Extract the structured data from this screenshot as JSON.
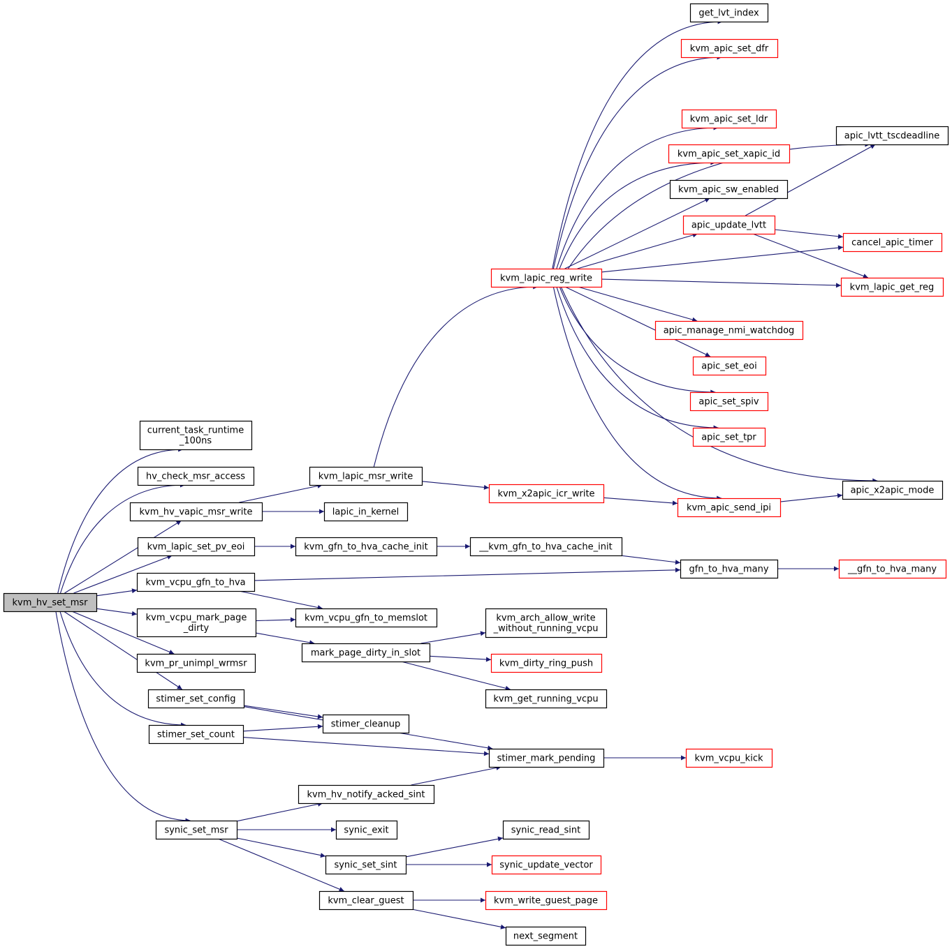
{
  "colors": {
    "edge": "#191970",
    "root_fill": "#bfbfbf",
    "border_default": "#000000",
    "border_truncated": "#ff0000",
    "background": "#ffffff"
  },
  "nodes": [
    {
      "id": "kvm_hv_set_msr",
      "lines": [
        "kvm_hv_set_msr"
      ],
      "style": "root"
    },
    {
      "id": "current_task_runtime_100ns",
      "lines": [
        "current_task_runtime",
        "_100ns"
      ],
      "style": "normal"
    },
    {
      "id": "hv_check_msr_access",
      "lines": [
        "hv_check_msr_access"
      ],
      "style": "normal"
    },
    {
      "id": "kvm_hv_vapic_msr_write",
      "lines": [
        "kvm_hv_vapic_msr_write"
      ],
      "style": "normal"
    },
    {
      "id": "kvm_lapic_set_pv_eoi",
      "lines": [
        "kvm_lapic_set_pv_eoi"
      ],
      "style": "normal"
    },
    {
      "id": "kvm_vcpu_gfn_to_hva",
      "lines": [
        "kvm_vcpu_gfn_to_hva"
      ],
      "style": "normal"
    },
    {
      "id": "kvm_vcpu_mark_page_dirty",
      "lines": [
        "kvm_vcpu_mark_page",
        "_dirty"
      ],
      "style": "normal"
    },
    {
      "id": "kvm_pr_unimpl_wrmsr",
      "lines": [
        "kvm_pr_unimpl_wrmsr"
      ],
      "style": "normal"
    },
    {
      "id": "stimer_set_config",
      "lines": [
        "stimer_set_config"
      ],
      "style": "normal"
    },
    {
      "id": "stimer_set_count",
      "lines": [
        "stimer_set_count"
      ],
      "style": "normal"
    },
    {
      "id": "synic_set_msr",
      "lines": [
        "synic_set_msr"
      ],
      "style": "normal"
    },
    {
      "id": "kvm_lapic_msr_write",
      "lines": [
        "kvm_lapic_msr_write"
      ],
      "style": "normal"
    },
    {
      "id": "lapic_in_kernel",
      "lines": [
        "lapic_in_kernel"
      ],
      "style": "normal"
    },
    {
      "id": "kvm_gfn_to_hva_cache_init",
      "lines": [
        "kvm_gfn_to_hva_cache_init"
      ],
      "style": "normal"
    },
    {
      "id": "kvm_vcpu_gfn_to_memslot",
      "lines": [
        "kvm_vcpu_gfn_to_memslot"
      ],
      "style": "normal"
    },
    {
      "id": "mark_page_dirty_in_slot",
      "lines": [
        "mark_page_dirty_in_slot"
      ],
      "style": "normal"
    },
    {
      "id": "stimer_cleanup",
      "lines": [
        "stimer_cleanup"
      ],
      "style": "normal"
    },
    {
      "id": "kvm_hv_notify_acked_sint",
      "lines": [
        "kvm_hv_notify_acked_sint"
      ],
      "style": "normal"
    },
    {
      "id": "synic_exit",
      "lines": [
        "synic_exit"
      ],
      "style": "normal"
    },
    {
      "id": "synic_set_sint",
      "lines": [
        "synic_set_sint"
      ],
      "style": "normal"
    },
    {
      "id": "kvm_clear_guest",
      "lines": [
        "kvm_clear_guest"
      ],
      "style": "normal"
    },
    {
      "id": "kvm_lapic_reg_write",
      "lines": [
        "kvm_lapic_reg_write"
      ],
      "style": "truncated"
    },
    {
      "id": "kvm_x2apic_icr_write",
      "lines": [
        "kvm_x2apic_icr_write"
      ],
      "style": "truncated"
    },
    {
      "id": "__kvm_gfn_to_hva_cache_init",
      "lines": [
        "__kvm_gfn_to_hva_cache_init"
      ],
      "style": "normal"
    },
    {
      "id": "kvm_arch_allow_write_without_running_vcpu",
      "lines": [
        "kvm_arch_allow_write",
        "_without_running_vcpu"
      ],
      "style": "normal"
    },
    {
      "id": "kvm_dirty_ring_push",
      "lines": [
        "kvm_dirty_ring_push"
      ],
      "style": "truncated"
    },
    {
      "id": "kvm_get_running_vcpu",
      "lines": [
        "kvm_get_running_vcpu"
      ],
      "style": "normal"
    },
    {
      "id": "stimer_mark_pending",
      "lines": [
        "stimer_mark_pending"
      ],
      "style": "normal"
    },
    {
      "id": "synic_read_sint",
      "lines": [
        "synic_read_sint"
      ],
      "style": "normal"
    },
    {
      "id": "synic_update_vector",
      "lines": [
        "synic_update_vector"
      ],
      "style": "truncated"
    },
    {
      "id": "kvm_write_guest_page",
      "lines": [
        "kvm_write_guest_page"
      ],
      "style": "truncated"
    },
    {
      "id": "next_segment",
      "lines": [
        "next_segment"
      ],
      "style": "normal"
    },
    {
      "id": "get_lvt_index",
      "lines": [
        "get_lvt_index"
      ],
      "style": "normal"
    },
    {
      "id": "kvm_apic_set_dfr",
      "lines": [
        "kvm_apic_set_dfr"
      ],
      "style": "truncated"
    },
    {
      "id": "kvm_apic_set_ldr",
      "lines": [
        "kvm_apic_set_ldr"
      ],
      "style": "truncated"
    },
    {
      "id": "kvm_apic_set_xapic_id",
      "lines": [
        "kvm_apic_set_xapic_id"
      ],
      "style": "truncated"
    },
    {
      "id": "kvm_apic_sw_enabled",
      "lines": [
        "kvm_apic_sw_enabled"
      ],
      "style": "normal"
    },
    {
      "id": "apic_update_lvtt",
      "lines": [
        "apic_update_lvtt"
      ],
      "style": "truncated"
    },
    {
      "id": "apic_manage_nmi_watchdog",
      "lines": [
        "apic_manage_nmi_watchdog"
      ],
      "style": "truncated"
    },
    {
      "id": "apic_set_eoi",
      "lines": [
        "apic_set_eoi"
      ],
      "style": "truncated"
    },
    {
      "id": "apic_set_spiv",
      "lines": [
        "apic_set_spiv"
      ],
      "style": "truncated"
    },
    {
      "id": "apic_set_tpr",
      "lines": [
        "apic_set_tpr"
      ],
      "style": "truncated"
    },
    {
      "id": "kvm_apic_send_ipi",
      "lines": [
        "kvm_apic_send_ipi"
      ],
      "style": "truncated"
    },
    {
      "id": "gfn_to_hva_many",
      "lines": [
        "gfn_to_hva_many"
      ],
      "style": "normal"
    },
    {
      "id": "kvm_vcpu_kick",
      "lines": [
        "kvm_vcpu_kick"
      ],
      "style": "truncated"
    },
    {
      "id": "apic_lvtt_tscdeadline",
      "lines": [
        "apic_lvtt_tscdeadline"
      ],
      "style": "normal"
    },
    {
      "id": "cancel_apic_timer",
      "lines": [
        "cancel_apic_timer"
      ],
      "style": "truncated"
    },
    {
      "id": "kvm_lapic_get_reg",
      "lines": [
        "kvm_lapic_get_reg"
      ],
      "style": "truncated"
    },
    {
      "id": "apic_x2apic_mode",
      "lines": [
        "apic_x2apic_mode"
      ],
      "style": "normal"
    },
    {
      "id": "__gfn_to_hva_many",
      "lines": [
        "__gfn_to_hva_many"
      ],
      "style": "truncated"
    }
  ],
  "edges": [
    {
      "from": "kvm_hv_set_msr",
      "to": "current_task_runtime_100ns"
    },
    {
      "from": "kvm_hv_set_msr",
      "to": "hv_check_msr_access"
    },
    {
      "from": "kvm_hv_set_msr",
      "to": "kvm_hv_vapic_msr_write"
    },
    {
      "from": "kvm_hv_set_msr",
      "to": "kvm_lapic_set_pv_eoi"
    },
    {
      "from": "kvm_hv_set_msr",
      "to": "kvm_vcpu_gfn_to_hva"
    },
    {
      "from": "kvm_hv_set_msr",
      "to": "kvm_vcpu_mark_page_dirty"
    },
    {
      "from": "kvm_hv_set_msr",
      "to": "kvm_pr_unimpl_wrmsr"
    },
    {
      "from": "kvm_hv_set_msr",
      "to": "stimer_set_config"
    },
    {
      "from": "kvm_hv_set_msr",
      "to": "stimer_set_count"
    },
    {
      "from": "kvm_hv_set_msr",
      "to": "synic_set_msr"
    },
    {
      "from": "kvm_hv_vapic_msr_write",
      "to": "kvm_lapic_msr_write"
    },
    {
      "from": "kvm_hv_vapic_msr_write",
      "to": "lapic_in_kernel"
    },
    {
      "from": "kvm_lapic_set_pv_eoi",
      "to": "kvm_gfn_to_hva_cache_init"
    },
    {
      "from": "kvm_vcpu_gfn_to_hva",
      "to": "gfn_to_hva_many"
    },
    {
      "from": "kvm_vcpu_gfn_to_hva",
      "to": "kvm_vcpu_gfn_to_memslot"
    },
    {
      "from": "kvm_vcpu_mark_page_dirty",
      "to": "kvm_vcpu_gfn_to_memslot"
    },
    {
      "from": "kvm_vcpu_mark_page_dirty",
      "to": "mark_page_dirty_in_slot"
    },
    {
      "from": "stimer_set_config",
      "to": "stimer_cleanup"
    },
    {
      "from": "stimer_set_config",
      "to": "stimer_mark_pending"
    },
    {
      "from": "stimer_set_count",
      "to": "stimer_cleanup"
    },
    {
      "from": "stimer_set_count",
      "to": "stimer_mark_pending"
    },
    {
      "from": "synic_set_msr",
      "to": "kvm_hv_notify_acked_sint"
    },
    {
      "from": "synic_set_msr",
      "to": "synic_exit"
    },
    {
      "from": "synic_set_msr",
      "to": "synic_set_sint"
    },
    {
      "from": "synic_set_msr",
      "to": "kvm_clear_guest"
    },
    {
      "from": "kvm_lapic_msr_write",
      "to": "kvm_lapic_reg_write"
    },
    {
      "from": "kvm_lapic_msr_write",
      "to": "kvm_x2apic_icr_write"
    },
    {
      "from": "kvm_gfn_to_hva_cache_init",
      "to": "__kvm_gfn_to_hva_cache_init"
    },
    {
      "from": "mark_page_dirty_in_slot",
      "to": "kvm_arch_allow_write_without_running_vcpu"
    },
    {
      "from": "mark_page_dirty_in_slot",
      "to": "kvm_dirty_ring_push"
    },
    {
      "from": "mark_page_dirty_in_slot",
      "to": "kvm_get_running_vcpu"
    },
    {
      "from": "kvm_hv_notify_acked_sint",
      "to": "stimer_mark_pending"
    },
    {
      "from": "synic_set_sint",
      "to": "synic_read_sint"
    },
    {
      "from": "synic_set_sint",
      "to": "synic_update_vector"
    },
    {
      "from": "kvm_clear_guest",
      "to": "kvm_write_guest_page"
    },
    {
      "from": "kvm_clear_guest",
      "to": "next_segment"
    },
    {
      "from": "kvm_lapic_reg_write",
      "to": "get_lvt_index"
    },
    {
      "from": "kvm_lapic_reg_write",
      "to": "kvm_apic_set_dfr"
    },
    {
      "from": "kvm_lapic_reg_write",
      "to": "apic_lvtt_tscdeadline"
    },
    {
      "from": "kvm_lapic_reg_write",
      "to": "kvm_apic_set_ldr"
    },
    {
      "from": "kvm_lapic_reg_write",
      "to": "kvm_apic_set_xapic_id"
    },
    {
      "from": "kvm_lapic_reg_write",
      "to": "kvm_apic_sw_enabled"
    },
    {
      "from": "kvm_lapic_reg_write",
      "to": "apic_update_lvtt"
    },
    {
      "from": "kvm_lapic_reg_write",
      "to": "cancel_apic_timer"
    },
    {
      "from": "kvm_lapic_reg_write",
      "to": "kvm_lapic_get_reg"
    },
    {
      "from": "kvm_lapic_reg_write",
      "to": "apic_manage_nmi_watchdog"
    },
    {
      "from": "kvm_lapic_reg_write",
      "to": "apic_set_eoi"
    },
    {
      "from": "kvm_lapic_reg_write",
      "to": "apic_set_spiv"
    },
    {
      "from": "kvm_lapic_reg_write",
      "to": "apic_set_tpr"
    },
    {
      "from": "kvm_lapic_reg_write",
      "to": "apic_x2apic_mode"
    },
    {
      "from": "kvm_lapic_reg_write",
      "to": "kvm_apic_send_ipi"
    },
    {
      "from": "kvm_x2apic_icr_write",
      "to": "kvm_apic_send_ipi"
    },
    {
      "from": "apic_update_lvtt",
      "to": "apic_lvtt_tscdeadline"
    },
    {
      "from": "apic_update_lvtt",
      "to": "cancel_apic_timer"
    },
    {
      "from": "apic_update_lvtt",
      "to": "kvm_lapic_get_reg"
    },
    {
      "from": "kvm_apic_send_ipi",
      "to": "apic_x2apic_mode"
    },
    {
      "from": "__kvm_gfn_to_hva_cache_init",
      "to": "gfn_to_hva_many"
    },
    {
      "from": "gfn_to_hva_many",
      "to": "__gfn_to_hva_many"
    },
    {
      "from": "stimer_mark_pending",
      "to": "kvm_vcpu_kick"
    }
  ]
}
